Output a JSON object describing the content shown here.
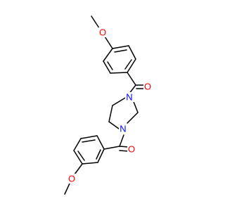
{
  "molecule": {
    "atoms": [
      {
        "id": "O1",
        "label": "O",
        "color": "#ff0000"
      },
      {
        "id": "O2",
        "label": "O",
        "color": "#ff0000"
      },
      {
        "id": "N1",
        "label": "N",
        "color": "#0000ff"
      },
      {
        "id": "N2",
        "label": "N",
        "color": "#0000ff"
      },
      {
        "id": "O3",
        "label": "O",
        "color": "#ff0000"
      },
      {
        "id": "O4",
        "label": "O",
        "color": "#ff0000"
      }
    ],
    "bond_color": "#000000"
  }
}
